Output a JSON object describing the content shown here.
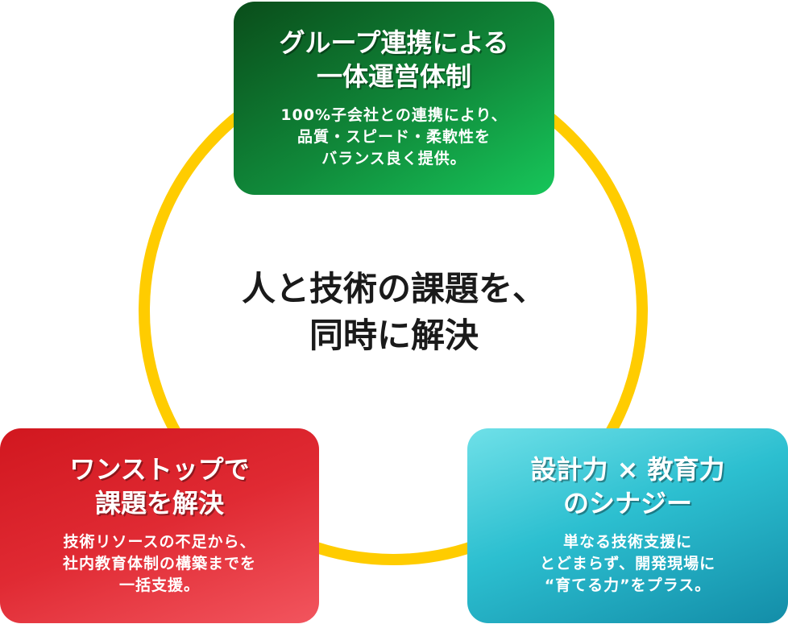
{
  "center": {
    "line1": "人と技術の課題を、",
    "line2": "同時に解決"
  },
  "cards": {
    "group": {
      "title_line1": "グループ連携による",
      "title_line2": "一体運営体制",
      "body_line1": "100%子会社との連携により、",
      "body_line2": "品質・スピード・柔軟性を",
      "body_line3": "バランス良く提供。",
      "color": "#10893a"
    },
    "onestop": {
      "title_line1": "ワンストップで",
      "title_line2": "課題を解決",
      "body_line1": "技術リソースの不足から、",
      "body_line2": "社内教育体制の構築までを",
      "body_line3": "一括支援。",
      "color": "#e02a33"
    },
    "synergy": {
      "title_line1": "設計力 × 教育力",
      "title_line2": "のシナジー",
      "body_line1": "単なる技術支援に",
      "body_line2": "とどまらず、開発現場に",
      "body_line3": "“育てる力”をプラス。",
      "color": "#2cbfd0"
    }
  },
  "ring_color": "#ffcc00"
}
